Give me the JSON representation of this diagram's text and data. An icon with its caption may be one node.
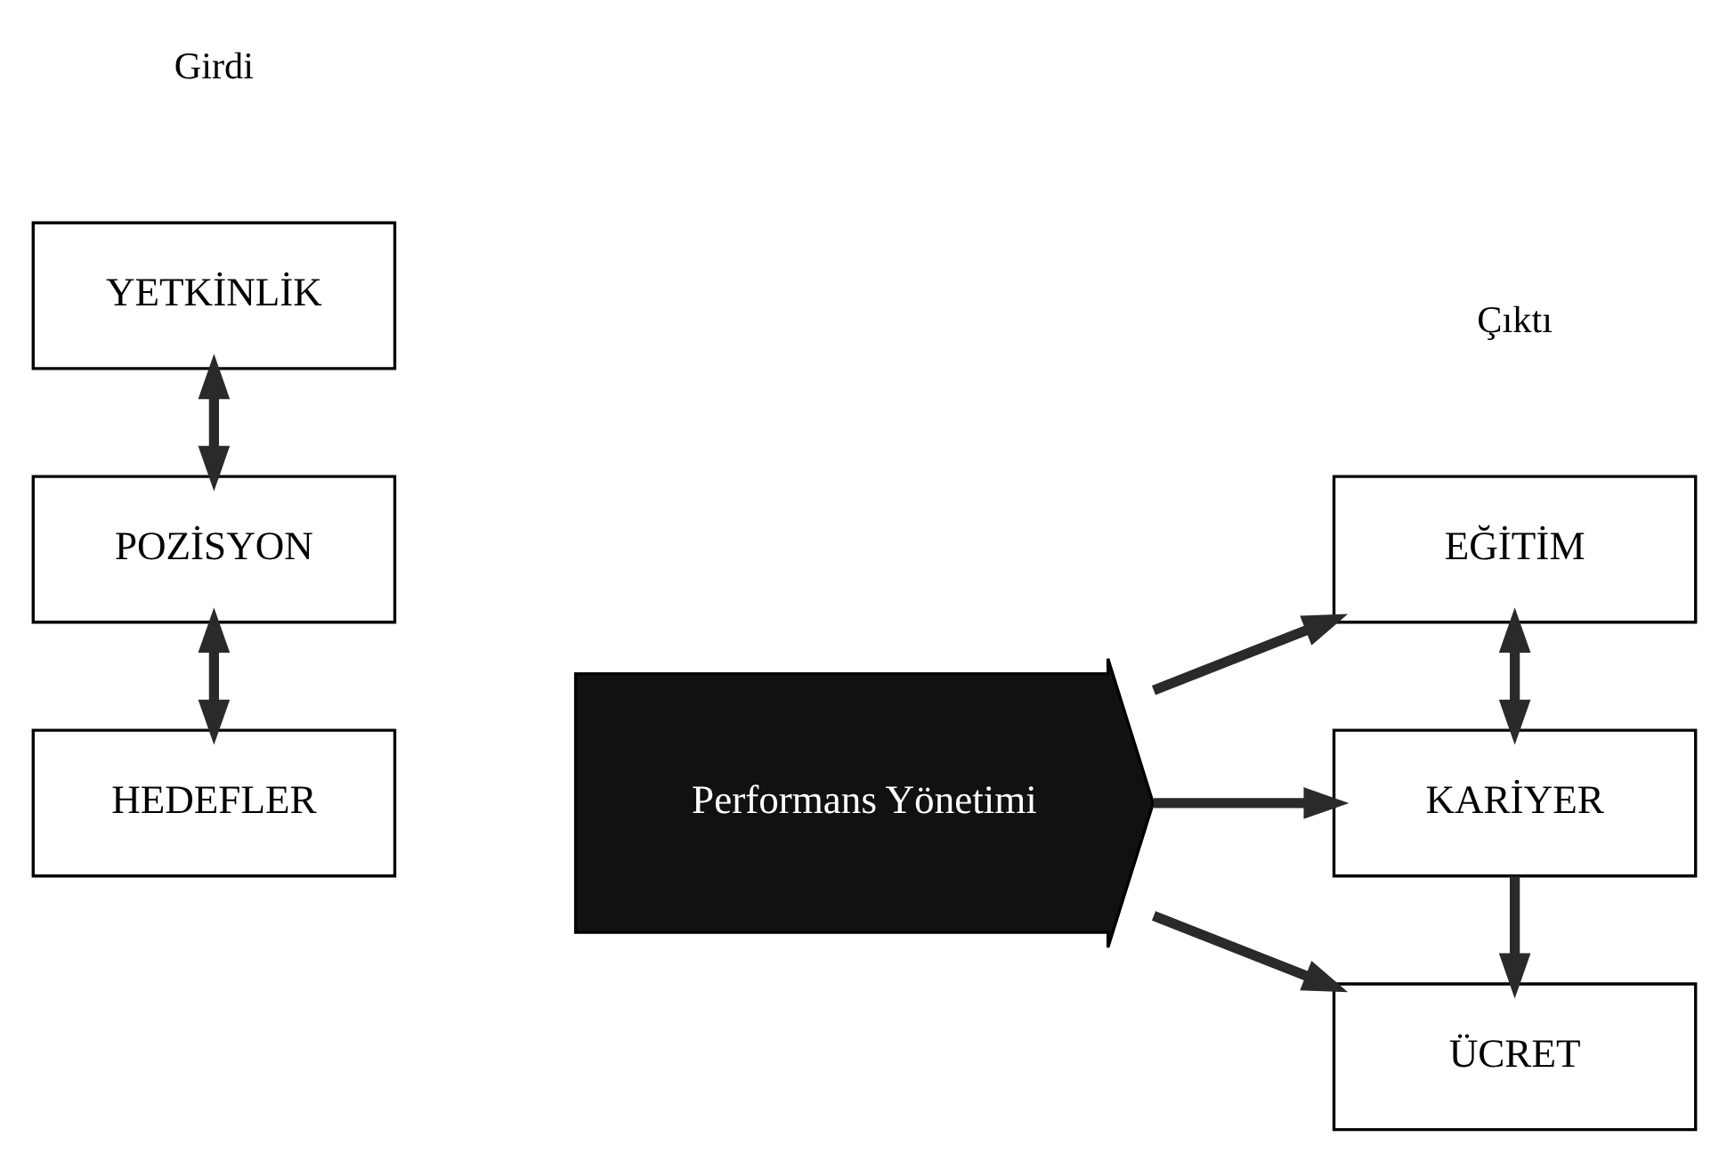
{
  "diagram": {
    "nodes": [
      {
        "text": [
          "YETKİNLİK"
        ]
      },
      {
        "text": [
          "POZİSYON"
        ]
      },
      {
        "text": [
          "HEDEFLER"
        ]
      },
      {
        "text": [
          "Performans Yönetimi"
        ]
      },
      {
        "text": [
          "EĞİTİM"
        ]
      },
      {
        "text": [
          "KARİYER"
        ]
      },
      {
        "text": [
          "ÜCRET"
        ]
      }
    ],
    "edges": [
      {
        "from": 0,
        "to": 1,
        "arrow": "both"
      },
      {
        "from": 1,
        "to": 2,
        "arrow": "both"
      },
      {
        "from": 3,
        "to": 4,
        "arrow": "to"
      },
      {
        "from": 3,
        "to": 5,
        "arrow": "to"
      },
      {
        "from": 3,
        "to": 6,
        "arrow": "to"
      },
      {
        "from": 4,
        "to": 5,
        "arrow": "both"
      },
      {
        "from": 5,
        "to": 6,
        "arrow": "to"
      }
    ],
    "labels": [
      "Girdi",
      "Çıktı"
    ]
  }
}
